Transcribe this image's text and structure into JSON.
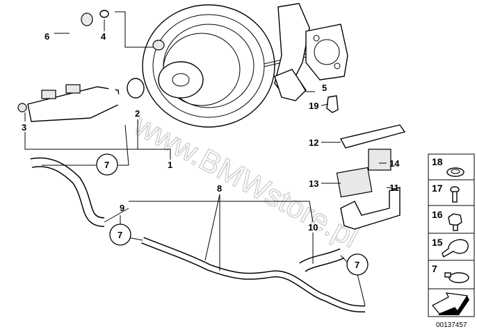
{
  "callouts": {
    "c1": "1",
    "c2": "2",
    "c3": "3",
    "c4": "4",
    "c5": "5",
    "c6": "6",
    "c7a": "7",
    "c7b": "7",
    "c7c": "7",
    "c8": "8",
    "c9": "9",
    "c10": "10",
    "c11": "11",
    "c12": "12",
    "c13": "13",
    "c14": "14",
    "c19": "19"
  },
  "side_panel": {
    "items": [
      {
        "label": "18"
      },
      {
        "label": "17"
      },
      {
        "label": "16"
      },
      {
        "label": "15"
      },
      {
        "label": "7"
      }
    ]
  },
  "diagram_id": "00137457",
  "watermark": "www.BMWstore.pl"
}
